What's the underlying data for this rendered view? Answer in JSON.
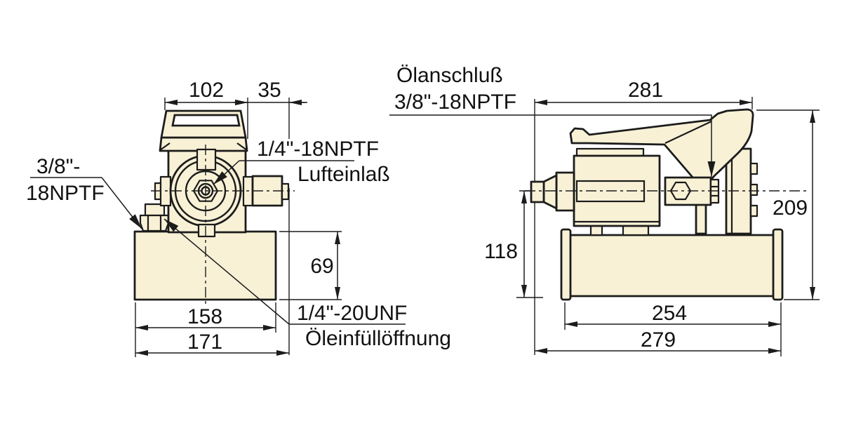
{
  "drawing": {
    "colors": {
      "part_fill": "#f8f1d6",
      "line_color": "#1c1c1c",
      "background": "#ffffff"
    },
    "front_view": {
      "dim_pump_width": "102",
      "dim_air_offset": "35",
      "dim_tank_height": "69",
      "dim_tank_width": "158",
      "dim_total_width": "171",
      "oil_port_label_1": "3/8\"-",
      "oil_port_label_2": "18NPTF",
      "air_inlet_label_1": "1/4\"-18NPTF",
      "air_inlet_label_2": "Lufteinlaß",
      "oil_fill_label_1": "1/4\"-20UNF",
      "oil_fill_label_2": "Öleinfüllöffnung"
    },
    "side_view": {
      "oil_conn_label_1": "Ölanschluß",
      "oil_conn_label_2": "3/8\"-18NPTF",
      "dim_length_top": "281",
      "dim_total_height": "209",
      "dim_center_height": "118",
      "dim_tank_length": "254",
      "dim_total_length": "279"
    }
  }
}
